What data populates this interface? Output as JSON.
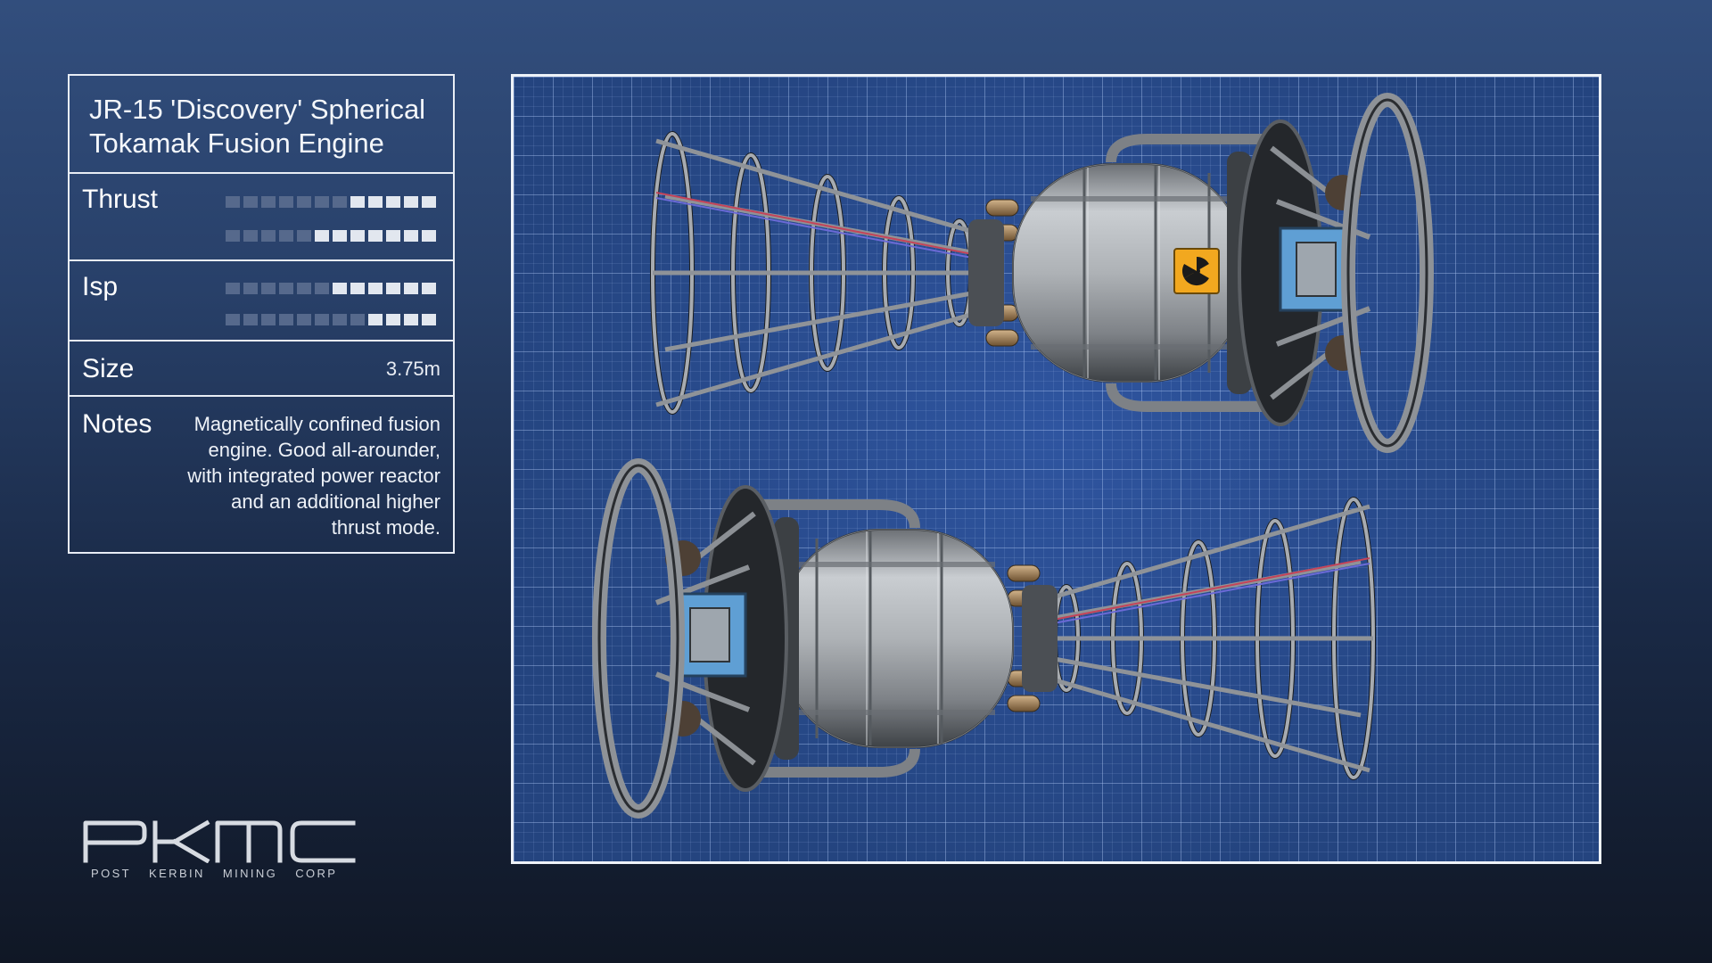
{
  "card": {
    "title_lines": [
      "JR-15 'Discovery' Spherical",
      "Tokamak Fusion Engine"
    ],
    "thrust": {
      "label": "Thrust",
      "bars": [
        {
          "level": 5,
          "max": 12
        },
        {
          "level": 7,
          "max": 12
        }
      ]
    },
    "isp": {
      "label": "Isp",
      "bars": [
        {
          "level": 6,
          "max": 12
        },
        {
          "level": 4,
          "max": 12
        }
      ]
    },
    "size": {
      "label": "Size",
      "value": "3.75m"
    },
    "notes": {
      "label": "Notes",
      "lines": [
        "Magnetically confined fusion",
        "engine. Good all-arounder,",
        "with integrated power reactor",
        "and an additional higher",
        "thrust mode."
      ]
    }
  },
  "logo": {
    "wordmark": "PKMC",
    "subtitle_words": [
      "POST",
      "KERBIN",
      "MINING",
      "CORP"
    ]
  },
  "colors": {
    "background_top": "#324e7d",
    "background_bottom": "#101725",
    "blueprint": "#2a4a89",
    "bar_on": "#e2e7ef",
    "bar_off": "#56698c",
    "hazard": "#f2a81f"
  },
  "icons": [
    "radiation-icon"
  ]
}
